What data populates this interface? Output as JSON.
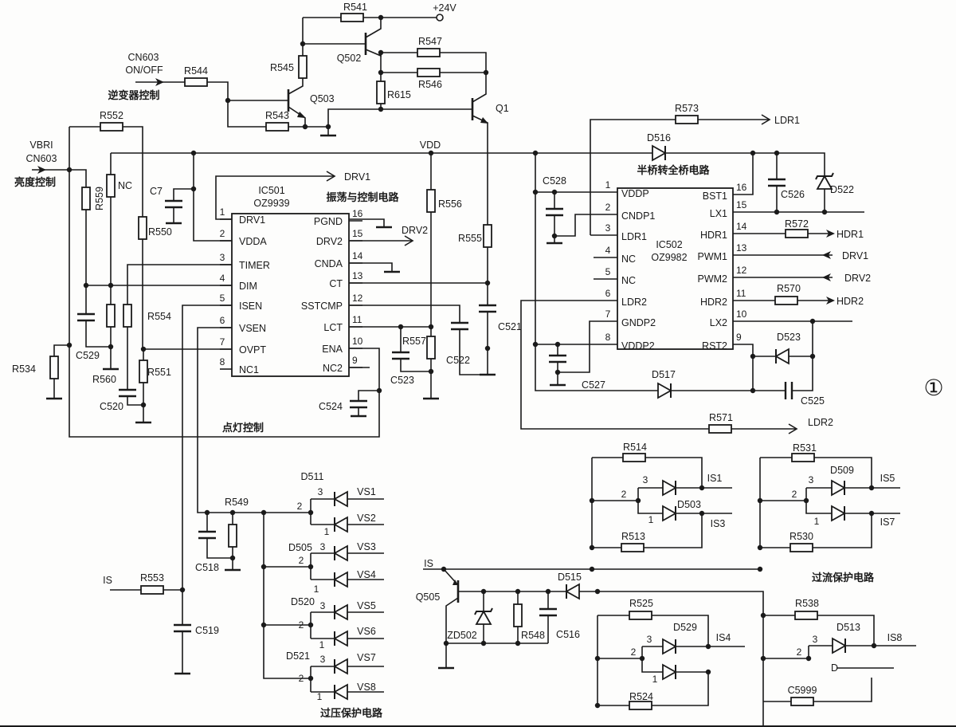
{
  "figure_number": "①",
  "sections": {
    "inverter_control": "逆变器控制",
    "brightness_control": "亮度控制",
    "lighting_control": "点灯控制",
    "osc_control": "振荡与控制电路",
    "half_to_full_bridge": "半桥转全桥电路",
    "overvoltage_protection": "过压保护电路",
    "overcurrent_protection": "过流保护电路"
  },
  "nets": {
    "v24": "+24V",
    "cn603_a": "CN603",
    "on_off": "ON/OFF",
    "vbri": "VBRI",
    "cn603_b": "CN603",
    "vdd": "VDD",
    "drv1_out": "DRV1",
    "drv2_out": "DRV2",
    "ldr1": "LDR1",
    "ldr2": "LDR2",
    "hdr1": "HDR1",
    "hdr2": "HDR2",
    "drv1_in": "DRV1",
    "drv2_in": "DRV2",
    "is_left": "IS",
    "is_right": "IS",
    "vs": [
      "VS1",
      "VS2",
      "VS3",
      "VS4",
      "VS5",
      "VS6",
      "VS7",
      "VS8"
    ],
    "is_out": {
      "is1": "IS1",
      "is3": "IS3",
      "is5": "IS5",
      "is7": "IS7",
      "is4": "IS4",
      "is8": "IS8"
    },
    "partial_d": "D"
  },
  "components": {
    "R541": "R541",
    "R545": "R545",
    "R544": "R544",
    "R543": "R543",
    "R547": "R547",
    "R546": "R546",
    "R615": "R615",
    "Q502": "Q502",
    "Q503": "Q503",
    "Q1": "Q1",
    "Q505": "Q505",
    "R552": "R552",
    "R559": "R559",
    "NC": "NC",
    "C7": "C7",
    "R550": "R550",
    "R554": "R554",
    "R551": "R551",
    "R534": "R534",
    "R560": "R560",
    "C529": "C529",
    "C520": "C520",
    "R556": "R556",
    "R555": "R555",
    "R557": "R557",
    "C521": "C521",
    "C522": "C522",
    "C523": "C523",
    "C524": "C524",
    "R573": "R573",
    "D516": "D516",
    "C528": "C528",
    "C526": "C526",
    "D522": "D522",
    "R572": "R572",
    "R570": "R570",
    "D523": "D523",
    "D517": "D517",
    "C527": "C527",
    "C525": "C525",
    "R571": "R571",
    "R549": "R549",
    "C518": "C518",
    "R553": "R553",
    "C519": "C519",
    "D511": "D511",
    "D505": "D505",
    "D520": "D520",
    "D521": "D521",
    "R514": "R514",
    "R513": "R513",
    "D503": "D503",
    "R531": "R531",
    "D509": "D509",
    "R530": "R530",
    "ZD502": "ZD502",
    "R548": "R548",
    "C516": "C516",
    "D515": "D515",
    "R525": "R525",
    "D529": "D529",
    "R524": "R524",
    "R538": "R538",
    "D513": "D513",
    "C5999": "C5999"
  },
  "pin_numbers": {
    "p1": "1",
    "p2": "2",
    "p3": "3"
  },
  "ic501": {
    "ref": "IC501",
    "part": "OZ9939",
    "pins_left": [
      {
        "n": "1",
        "name": "DRV1"
      },
      {
        "n": "2",
        "name": "VDDA"
      },
      {
        "n": "3",
        "name": "TIMER"
      },
      {
        "n": "4",
        "name": "DIM"
      },
      {
        "n": "5",
        "name": "ISEN"
      },
      {
        "n": "6",
        "name": "VSEN"
      },
      {
        "n": "7",
        "name": "OVPT"
      },
      {
        "n": "8",
        "name": "NC1"
      }
    ],
    "pins_right": [
      {
        "n": "16",
        "name": "PGND"
      },
      {
        "n": "15",
        "name": "DRV2"
      },
      {
        "n": "14",
        "name": "CNDA"
      },
      {
        "n": "13",
        "name": "CT"
      },
      {
        "n": "12",
        "name": "SSTCMP"
      },
      {
        "n": "11",
        "name": "LCT"
      },
      {
        "n": "10",
        "name": "ENA"
      },
      {
        "n": "9",
        "name": "NC2"
      }
    ]
  },
  "ic502": {
    "ref": "IC502",
    "part": "OZ9982",
    "pins_left": [
      {
        "n": "1",
        "name": "VDDP"
      },
      {
        "n": "2",
        "name": "CNDP1"
      },
      {
        "n": "3",
        "name": "LDR1"
      },
      {
        "n": "4",
        "name": "NC"
      },
      {
        "n": "5",
        "name": "NC"
      },
      {
        "n": "6",
        "name": "LDR2"
      },
      {
        "n": "7",
        "name": "GNDP2"
      },
      {
        "n": "8",
        "name": "VDDP2"
      }
    ],
    "pins_right": [
      {
        "n": "16",
        "name": "BST1"
      },
      {
        "n": "15",
        "name": "LX1"
      },
      {
        "n": "14",
        "name": "HDR1"
      },
      {
        "n": "13",
        "name": "PWM1"
      },
      {
        "n": "12",
        "name": "PWM2"
      },
      {
        "n": "11",
        "name": "HDR2"
      },
      {
        "n": "10",
        "name": "LX2"
      },
      {
        "n": "9",
        "name": "RST2"
      }
    ]
  }
}
